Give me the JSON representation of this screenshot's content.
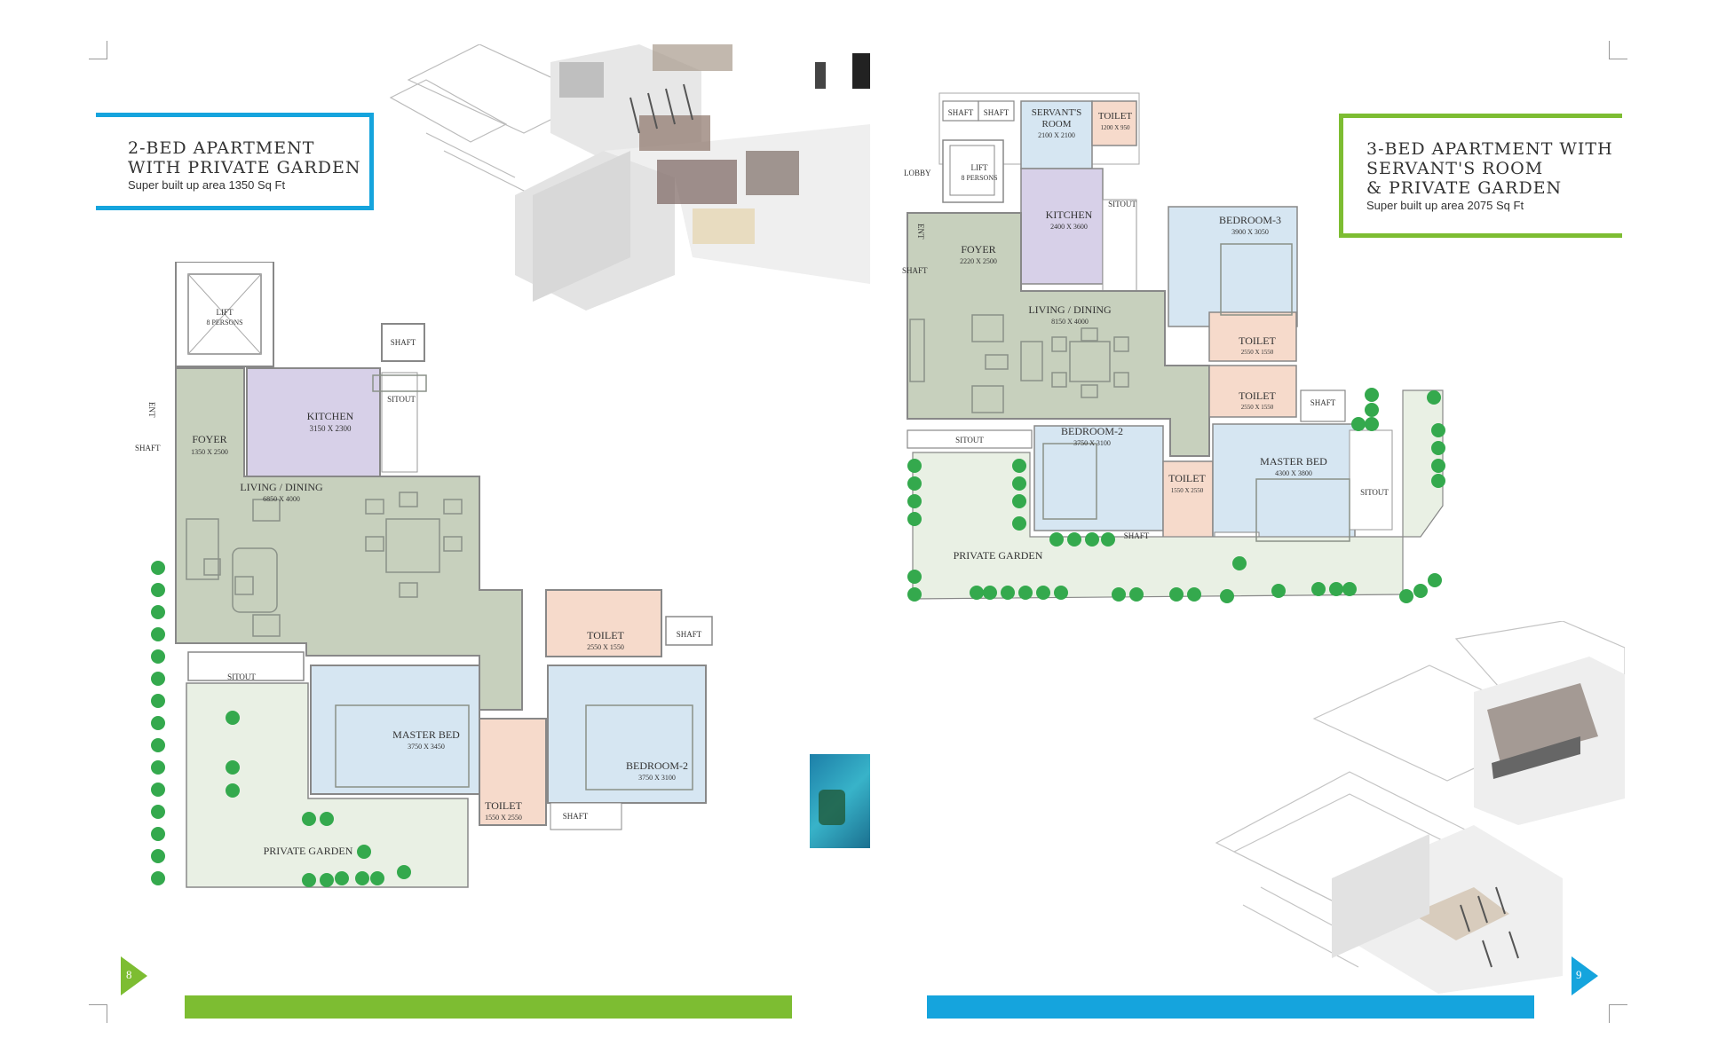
{
  "page_left": {
    "number": "8",
    "title": {
      "line1": "2-BED APARTMENT",
      "line2": "WITH PRIVATE GARDEN",
      "area": "Super built up area 1350 Sq Ft"
    },
    "rooms": {
      "lift": "LIFT",
      "lift_capacity": "8 PERSONS",
      "shaft_top": "SHAFT",
      "kitchen": "KITCHEN",
      "kitchen_size": "3150 X 2300",
      "sitout_kitchen": "SITOUT",
      "ent": "ENT",
      "shaft_left": "SHAFT",
      "foyer": "FOYER",
      "foyer_size": "1350 X 2500",
      "living": "LIVING / DINING",
      "living_size": "6850 X 4000",
      "toilet1": "TOILET",
      "toilet1_size": "2550 X 1550",
      "shaft_right": "SHAFT",
      "sitout_garden": "SITOUT",
      "master_bed": "MASTER BED",
      "master_bed_size": "3750 X 3450",
      "bedroom2": "BEDROOM-2",
      "bedroom2_size": "3750 X 3100",
      "toilet2": "TOILET",
      "toilet2_size": "1550 X 2550",
      "shaft_bottom": "SHAFT",
      "garden": "PRIVATE GARDEN"
    }
  },
  "page_right": {
    "number": "9",
    "title": {
      "line1": "3-BED APARTMENT WITH",
      "line2": "SERVANT'S ROOM",
      "line3": "& PRIVATE GARDEN",
      "area": "Super built up area 2075 Sq Ft"
    },
    "rooms": {
      "shaft1": "SHAFT",
      "shaft2": "SHAFT",
      "servants_room_a": "SERVANT'S",
      "servants_room_b": "ROOM",
      "servants_size": "2100 X 2100",
      "toilet_top": "TOILET",
      "toilet_top_size": "1200 X 950",
      "lobby": "LOBBY",
      "lift": "LIFT",
      "lift_capacity": "8 PERSONS",
      "kitchen": "KITCHEN",
      "kitchen_size": "2400 X 3600",
      "sitout_kitchen": "SITOUT",
      "ent": "ENT",
      "foyer": "FOYER",
      "foyer_size": "2220 X 2500",
      "shaft_left": "SHAFT",
      "living": "LIVING / DINING",
      "living_size": "8150 X 4000",
      "bedroom3": "BEDROOM-3",
      "bedroom3_size": "3900 X 3050",
      "toilet_a": "TOILET",
      "toilet_a_size": "2550 X 1550",
      "toilet_b": "TOILET",
      "toilet_b_size": "2550 X 1550",
      "shaft_mid": "SHAFT",
      "sitout_left": "SITOUT",
      "bedroom2": "BEDROOM-2",
      "bedroom2_size": "3750 X 3100",
      "toilet_c": "TOILET",
      "toilet_c_size": "1550 X 2550",
      "master_bed": "MASTER BED",
      "master_bed_size": "4300 X 3800",
      "sitout_right": "SITOUT",
      "shaft_bottom": "SHAFT",
      "garden": "PRIVATE GARDEN"
    }
  },
  "colors": {
    "accent_blue": "#15a4dd",
    "accent_green": "#7dbd32",
    "living": "#c7d0bd",
    "kitchen": "#d7d0e8",
    "bedroom": "#d6e6f2",
    "toilet": "#f6dacb",
    "garden": "#e9f0e4",
    "tree": "#34a94d"
  }
}
